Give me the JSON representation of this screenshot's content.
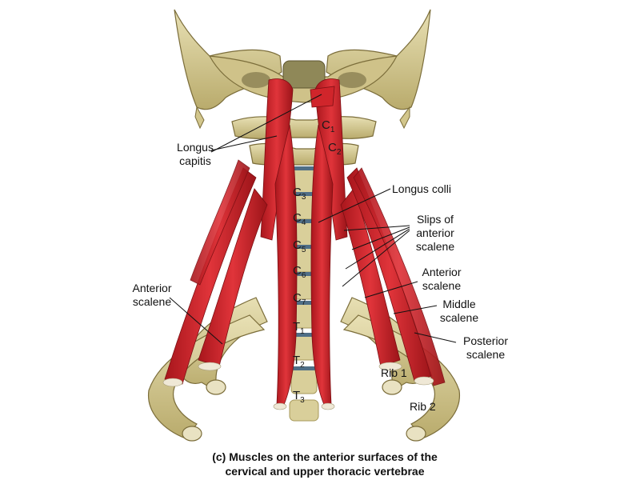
{
  "labels": {
    "longus_capitis": [
      "Longus",
      "capitis"
    ],
    "longus_colli": "Longus colli",
    "slips_anterior_scalene": [
      "Slips of",
      "anterior",
      "scalene"
    ],
    "anterior_scalene_right": [
      "Anterior",
      "scalene"
    ],
    "anterior_scalene_left": [
      "Anterior",
      "scalene"
    ],
    "middle_scalene": [
      "Middle",
      "scalene"
    ],
    "posterior_scalene": [
      "Posterior",
      "scalene"
    ],
    "rib1": "Rib 1",
    "rib2": "Rib 2"
  },
  "vertebrae": [
    {
      "letter": "C",
      "num": "1"
    },
    {
      "letter": "C",
      "num": "2"
    },
    {
      "letter": "C",
      "num": "3"
    },
    {
      "letter": "C",
      "num": "4"
    },
    {
      "letter": "C",
      "num": "5"
    },
    {
      "letter": "C",
      "num": "6"
    },
    {
      "letter": "C",
      "num": "7"
    },
    {
      "letter": "T",
      "num": "1"
    },
    {
      "letter": "T",
      "num": "2"
    },
    {
      "letter": "T",
      "num": "3"
    }
  ],
  "caption": [
    "(c) Muscles on the anterior surfaces of the",
    "cervical and upper thoracic vertebrae"
  ],
  "colors": {
    "bone": "#d9cf9a",
    "bone_dark": "#a89a5c",
    "muscle": "#d0252b",
    "muscle_dark": "#8e1418",
    "disc": "#4f6e86",
    "tendon": "#efe8d6"
  }
}
